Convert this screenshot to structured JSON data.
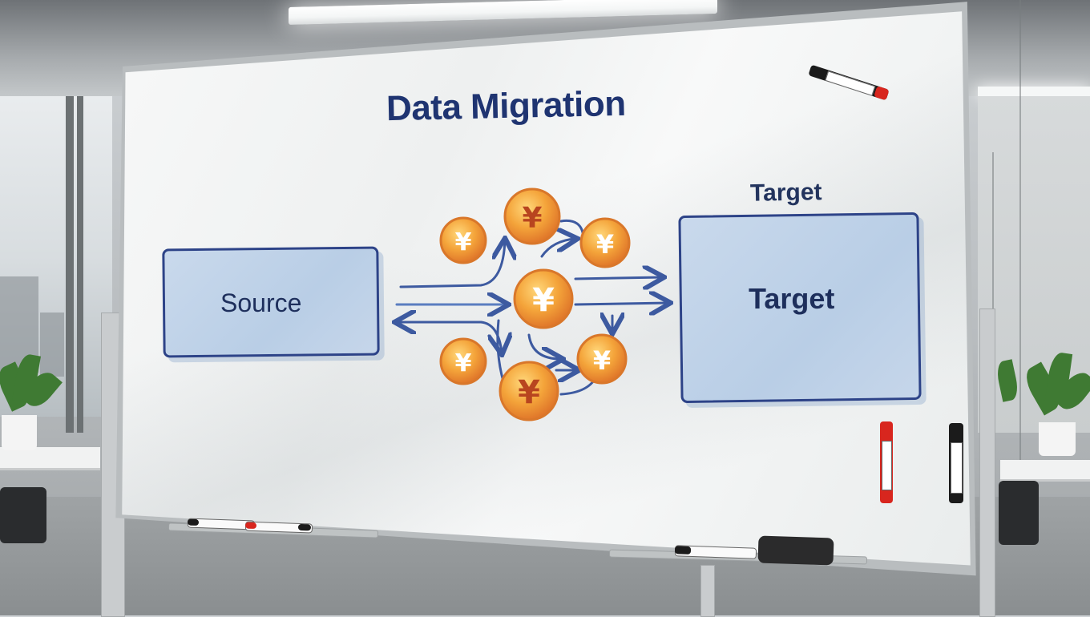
{
  "whiteboard": {
    "title": "Data Migration",
    "source_label": "Source",
    "target_heading": "Target",
    "target_label": "Target",
    "coin_symbol": "¥",
    "coin_count": 7
  },
  "colors": {
    "title_ink": "#1f3471",
    "box_border": "#2d4388",
    "box_fill": "#c2d4ea",
    "arrow_ink": "#3d5aa0",
    "coin_fill": "#f2a43a",
    "coin_rim": "#e2812a",
    "marker_red": "#d8261e",
    "marker_black": "#1b1b1b"
  },
  "icons": [
    "yen-coin-icon",
    "arrow-icon",
    "marker-icon",
    "eraser-icon",
    "plant-icon",
    "chair-icon"
  ]
}
